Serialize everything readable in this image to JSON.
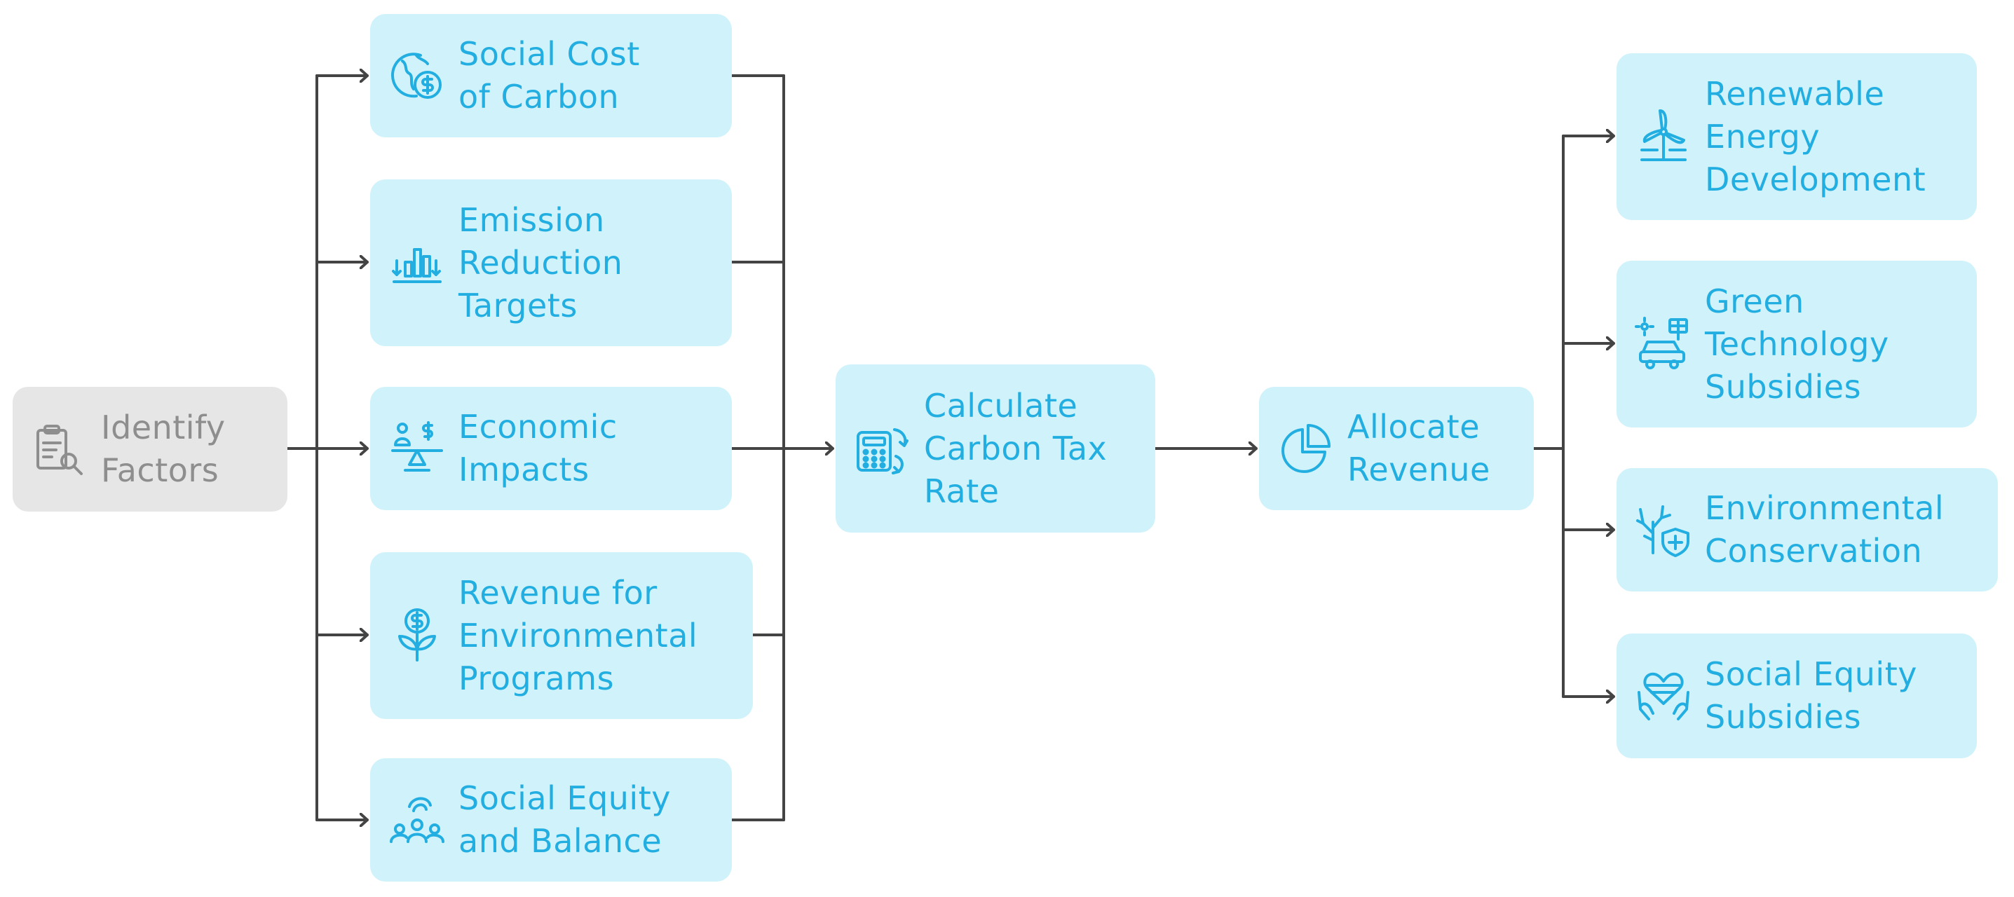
{
  "start": {
    "label": "Identify\nFactors",
    "icon": "clipboard-search-icon"
  },
  "factors": [
    {
      "label": "Social Cost\nof Carbon",
      "icon": "globe-dollar-icon"
    },
    {
      "label": "Emission\nReduction\nTargets",
      "icon": "bar-chart-down-icon"
    },
    {
      "label": "Economic\nImpacts",
      "icon": "scale-person-dollar-icon"
    },
    {
      "label": "Revenue for\nEnvironmental\nPrograms",
      "icon": "dollar-plant-icon"
    },
    {
      "label": "Social Equity\nand Balance",
      "icon": "people-group-icon"
    }
  ],
  "calculate": {
    "label": "Calculate\nCarbon Tax\nRate",
    "icon": "calculator-refresh-icon"
  },
  "allocate": {
    "label": "Allocate\nRevenue",
    "icon": "pie-chart-icon"
  },
  "uses": [
    {
      "label": "Renewable\nEnergy\nDevelopment",
      "icon": "wind-turbine-icon"
    },
    {
      "label": "Green\nTechnology\nSubsidies",
      "icon": "electric-car-solar-icon"
    },
    {
      "label": "Environmental\nConservation",
      "icon": "tree-shield-icon"
    },
    {
      "label": "Social Equity\nSubsidies",
      "icon": "hands-heart-icon"
    }
  ],
  "colors": {
    "node_fill": "#d0f2fb",
    "node_text": "#22aee0",
    "start_fill": "#e6e6e6",
    "start_text": "#8e8e8e",
    "connector": "#444444"
  }
}
